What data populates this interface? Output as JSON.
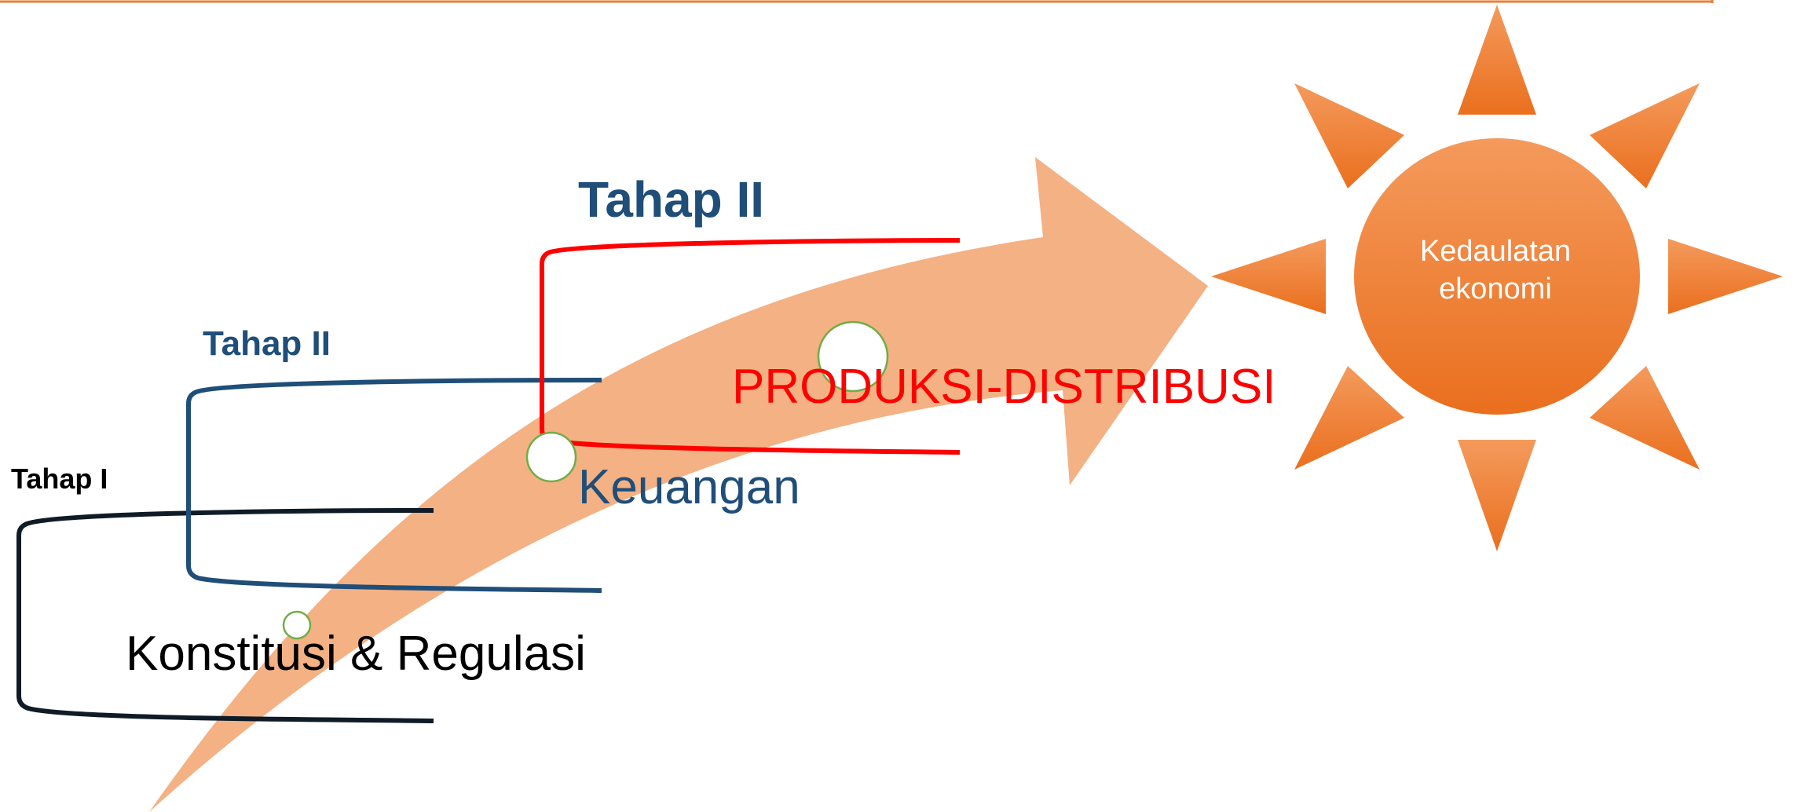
{
  "colors": {
    "orange_dark": "#ee7d31",
    "arrow_fill": "#f4b183",
    "tier1_line": "#0f1b26",
    "tier2_line": "#1f4e79",
    "tier3_line": "#ff0000",
    "marker_stroke": "#70ad47",
    "sun_text": "#ffffff"
  },
  "stages": [
    {
      "heading": "Tahap I",
      "label": "Konstitusi & Regulasi"
    },
    {
      "heading": "Tahap II",
      "label": "Keuangan"
    },
    {
      "heading": "Tahap II",
      "label": "PRODUKSI-DISTRIBUSI"
    }
  ],
  "goal": {
    "line1": "Kedaulatan",
    "line2": "ekonomi"
  }
}
